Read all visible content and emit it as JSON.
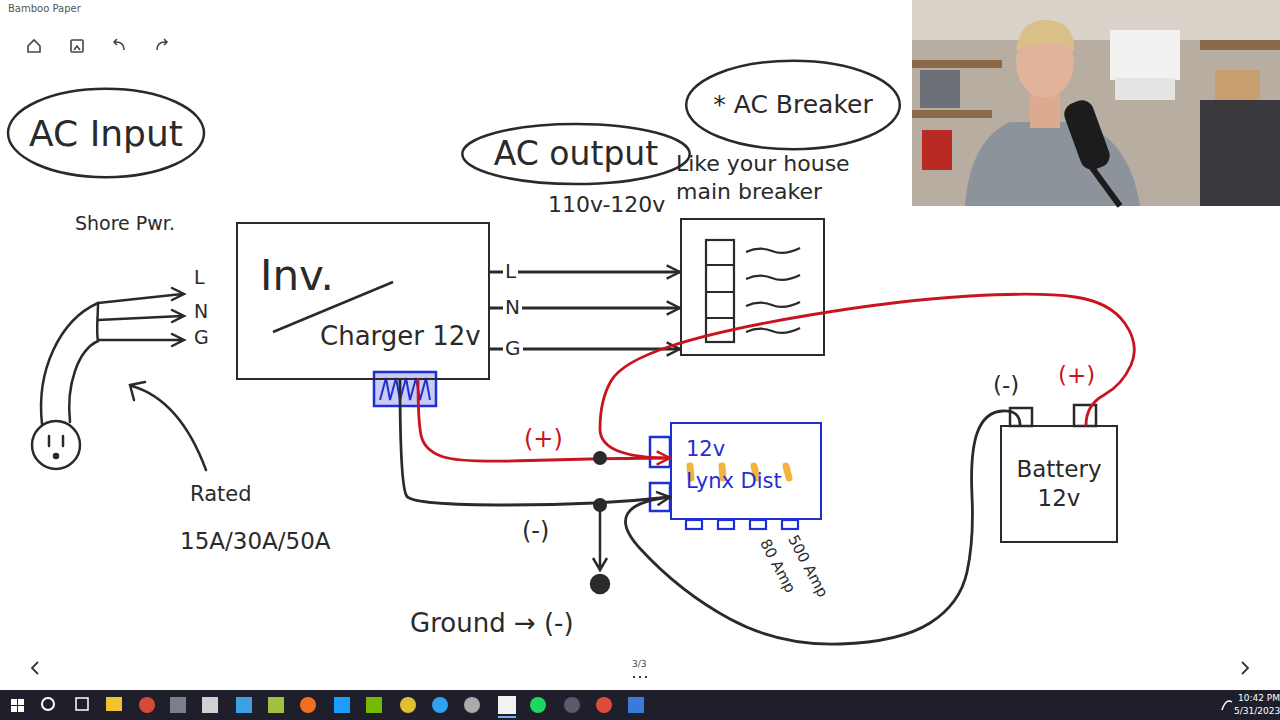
{
  "diagram": {
    "nodes": [
      {
        "text": [
          "AC Input"
        ]
      },
      {
        "text": [
          "AC output"
        ]
      },
      {
        "text": [
          "* AC Breaker"
        ]
      },
      {
        "text": [
          "Inv.",
          "Charger 12v"
        ]
      },
      {
        "text": [
          "Like your house main breaker"
        ]
      },
      {
        "text": [
          "12v",
          "Lynx Dist"
        ]
      },
      {
        "text": [
          "Battery 12v"
        ]
      }
    ],
    "edges": [
      {
        "from": 3,
        "to": 4,
        "arrow": "to",
        "label": "L"
      },
      {
        "from": 3,
        "to": 4,
        "arrow": "to",
        "label": "N"
      },
      {
        "from": 3,
        "to": 4,
        "arrow": "to",
        "label": "G"
      },
      {
        "from": 3,
        "to": 5,
        "arrow": "to",
        "label": "(+)"
      },
      {
        "from": 3,
        "to": 5,
        "arrow": "to",
        "label": "(-)"
      },
      {
        "from": 6,
        "to": 5,
        "arrow": "none"
      },
      {
        "from": 6,
        "to": 5,
        "arrow": "none"
      }
    ],
    "labels": [
      "Bamboo Paper",
      "Shore Pwr.",
      "L",
      "N",
      "G",
      "Rated",
      "15A/30A/50A",
      "110v-120v",
      "(-)",
      "(+)",
      "80 Amp",
      "500 Amp",
      "Ground → (-)",
      "3/3",
      "10:42 PM",
      "5/31/2023"
    ]
  }
}
